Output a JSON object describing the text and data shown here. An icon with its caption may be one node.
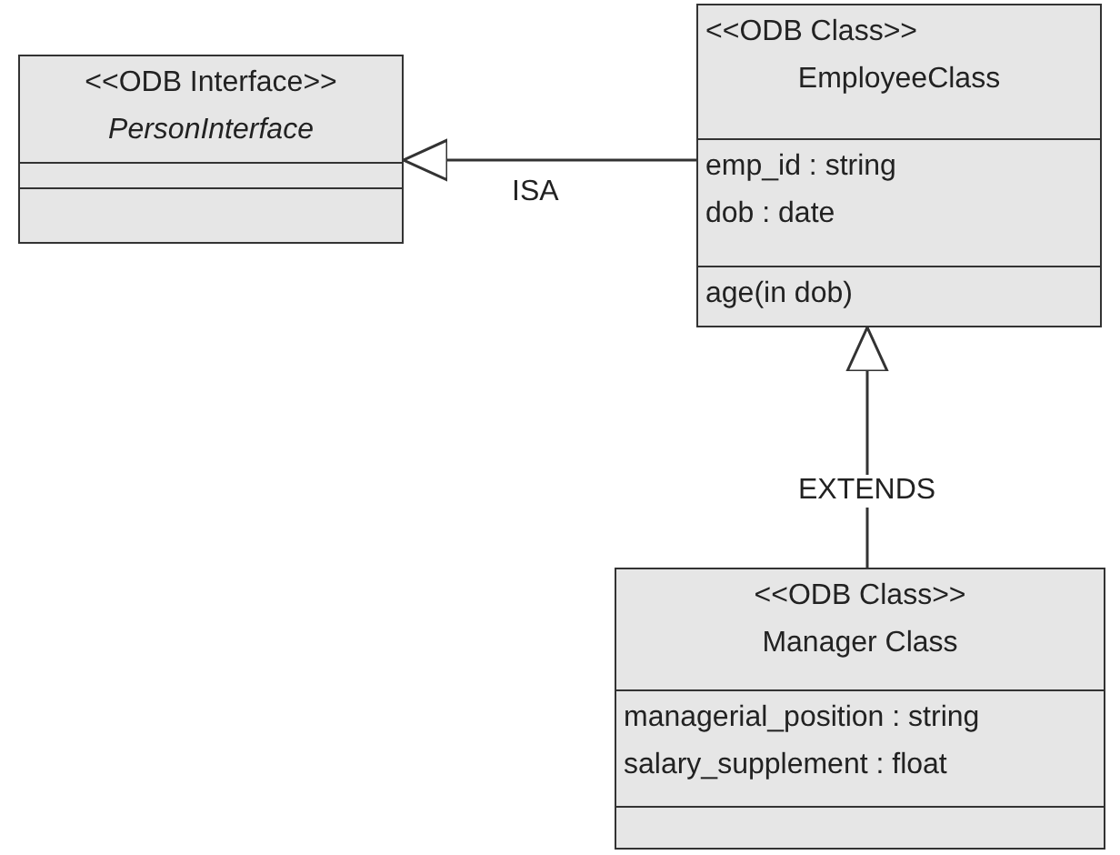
{
  "diagram": {
    "nodes": [
      {
        "text": [
          "<<ODB Interface>>",
          "PersonInterface"
        ]
      },
      {
        "text": [
          "<<ODB Class>>",
          "EmployeeClass",
          "emp_id : string",
          "dob : date",
          "age(in dob)"
        ]
      },
      {
        "text": [
          "<<ODB Class>>",
          "Manager Class",
          "managerial_position : string",
          "salary_supplement : float"
        ]
      }
    ],
    "edges": [
      {
        "from": 1,
        "to": 0,
        "arrow": "to",
        "label": "ISA"
      },
      {
        "from": 2,
        "to": 1,
        "arrow": "to",
        "label": "EXTENDS"
      }
    ]
  }
}
